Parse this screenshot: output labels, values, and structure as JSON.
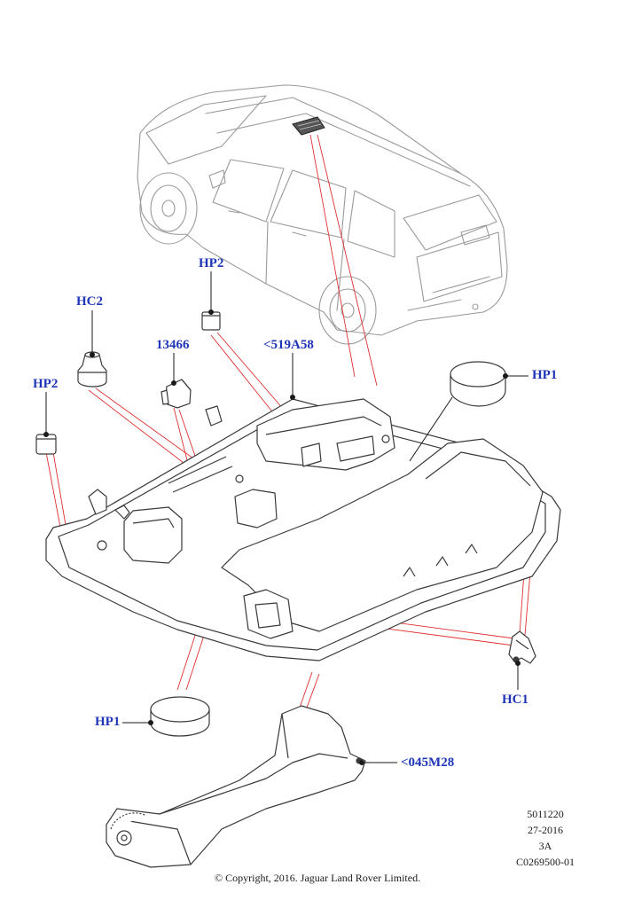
{
  "callouts": {
    "hp2_top": "HP2",
    "hc2": "HC2",
    "part_13466": "13466",
    "part_519a58": "<519A58",
    "hp2_left": "HP2",
    "hp1_right": "HP1",
    "hp1_bottom": "HP1",
    "hc1": "HC1",
    "part_045m28": "<045M28"
  },
  "reference": {
    "number": "5011220",
    "date_code": "27-2016",
    "revision": "3A",
    "illustration_id": "C0269500-01"
  },
  "copyright": "© Copyright, 2016. Jaguar Land Rover Limited.",
  "colors": {
    "callout_text": "#1f35b8",
    "leader_red": "#e03030",
    "line_art": "#3a3a3a",
    "vehicle_line": "#9a9a9a"
  }
}
